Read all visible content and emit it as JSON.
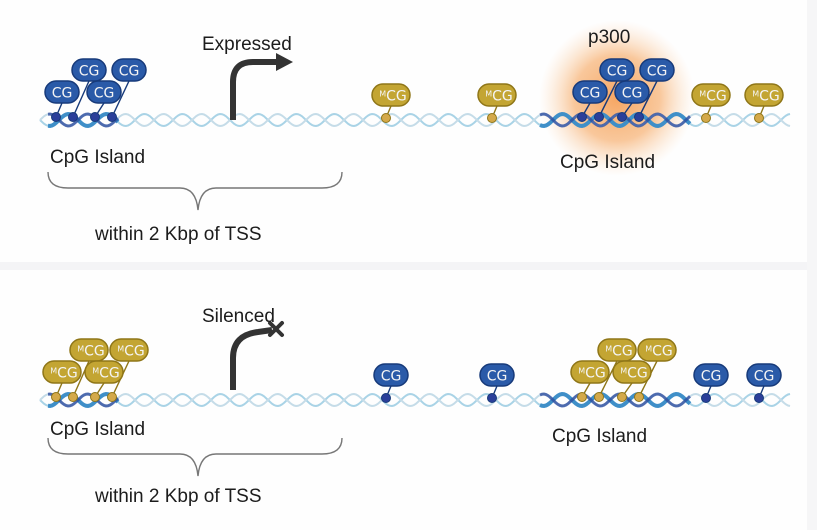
{
  "colors": {
    "unmethylated_fill": "#2a5aa8",
    "unmethylated_stroke": "#173a7a",
    "methylated_fill": "#c3a533",
    "methylated_stroke": "#8f7618",
    "dna_light": "#a9d3e6",
    "dna_dark_island": "#3f8fc8",
    "dna_accent": "#2d4e9f",
    "arrow": "#333333",
    "p300_glow": "#f6a15a",
    "text": "#1c1c1c"
  },
  "panels": [
    {
      "id": "expressed",
      "state_label": "Expressed",
      "state": "expressed",
      "island_label_left": "CpG Island",
      "island_label_right": "CpG Island",
      "brace_label": "within 2 Kbp of TSS",
      "enhancer_label": "p300",
      "left_island_tags": [
        {
          "text": "CG",
          "methylated": false
        },
        {
          "text": "CG",
          "methylated": false
        },
        {
          "text": "CG",
          "methylated": false
        },
        {
          "text": "CG",
          "methylated": false
        }
      ],
      "scattered_tags_middle": [
        {
          "text": "CG",
          "prefix": "M",
          "methylated": true
        },
        {
          "text": "CG",
          "prefix": "M",
          "methylated": true
        }
      ],
      "right_island_tags": [
        {
          "text": "CG",
          "methylated": false
        },
        {
          "text": "CG",
          "methylated": false
        },
        {
          "text": "CG",
          "methylated": false
        },
        {
          "text": "CG",
          "methylated": false
        }
      ],
      "scattered_tags_right": [
        {
          "text": "CG",
          "prefix": "M",
          "methylated": true
        },
        {
          "text": "CG",
          "prefix": "M",
          "methylated": true
        }
      ]
    },
    {
      "id": "silenced",
      "state_label": "Silenced",
      "state": "silenced",
      "island_label_left": "CpG Island",
      "island_label_right": "CpG Island",
      "brace_label": "within 2 Kbp of TSS",
      "left_island_tags": [
        {
          "text": "CG",
          "prefix": "M",
          "methylated": true
        },
        {
          "text": "CG",
          "prefix": "M",
          "methylated": true
        },
        {
          "text": "CG",
          "prefix": "M",
          "methylated": true
        },
        {
          "text": "CG",
          "prefix": "M",
          "methylated": true
        }
      ],
      "scattered_tags_middle": [
        {
          "text": "CG",
          "methylated": false
        },
        {
          "text": "CG",
          "methylated": false
        }
      ],
      "right_island_tags": [
        {
          "text": "CG",
          "prefix": "M",
          "methylated": true
        },
        {
          "text": "CG",
          "prefix": "M",
          "methylated": true
        },
        {
          "text": "CG",
          "prefix": "M",
          "methylated": true
        },
        {
          "text": "CG",
          "prefix": "M",
          "methylated": true
        }
      ],
      "scattered_tags_right": [
        {
          "text": "CG",
          "methylated": false
        },
        {
          "text": "CG",
          "methylated": false
        }
      ]
    }
  ]
}
